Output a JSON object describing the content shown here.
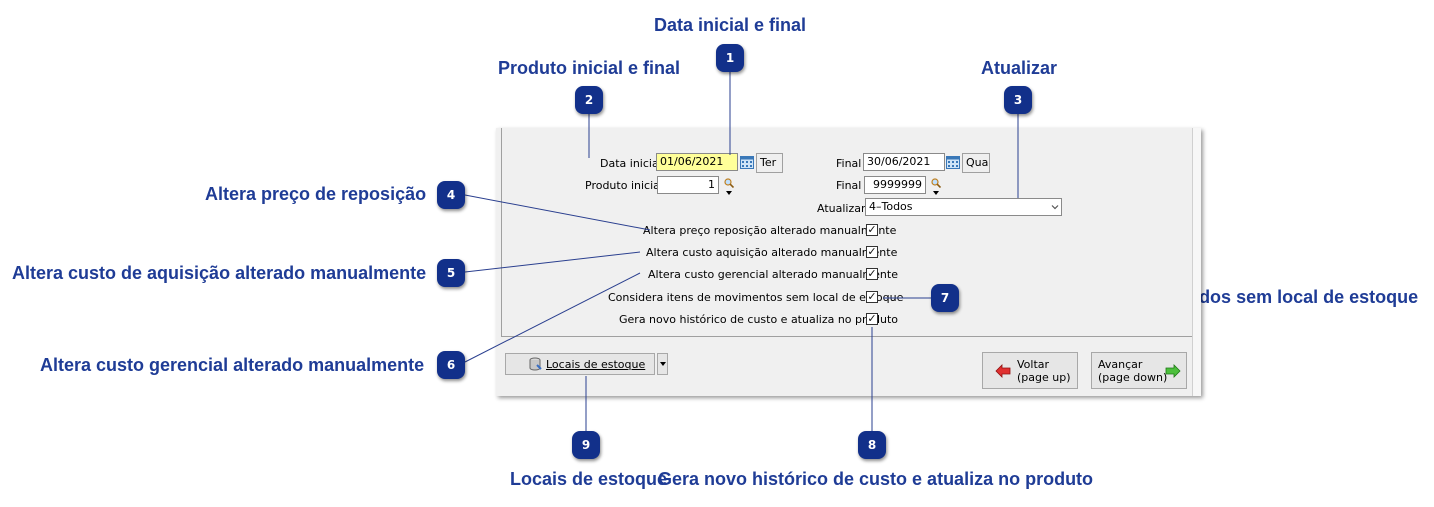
{
  "annotations": {
    "a1": {
      "num": "1",
      "title": "Data inicial e final"
    },
    "a2": {
      "num": "2",
      "title": "Produto inicial e final"
    },
    "a3": {
      "num": "3",
      "title": "Atualizar"
    },
    "a4": {
      "num": "4",
      "title": "Altera preço de reposição"
    },
    "a5": {
      "num": "5",
      "title": "Altera custo de aquisição alterado manualmente"
    },
    "a6": {
      "num": "6",
      "title": "Altera custo gerencial alterado manualmente"
    },
    "a7": {
      "num": "7",
      "title": "Considera itens movimentados sem local de estoque"
    },
    "a8": {
      "num": "8",
      "title": "Gera novo histórico de custo e atualiza no produto"
    },
    "a9": {
      "num": "9",
      "title": "Locais de estoque"
    }
  },
  "form": {
    "data_inicial_label": "Data inicial",
    "data_inicial_value": "01/06/2021",
    "data_inicial_day": "Ter",
    "final_date_label": "Final",
    "final_date_value": "30/06/2021",
    "final_date_day": "Qua",
    "produto_inicial_label": "Produto inicial",
    "produto_inicial_value": "1",
    "produto_final_label": "Final",
    "produto_final_value": "9999999",
    "atualizar_label": "Atualizar",
    "atualizar_value": "4–Todos",
    "checkboxes": [
      {
        "label": "Altera preço reposição alterado manualmente",
        "checked": true
      },
      {
        "label": "Altera custo aquisição alterado manualmente",
        "checked": true
      },
      {
        "label": "Altera custo gerencial alterado manualmente",
        "checked": true
      },
      {
        "label": "Considera itens de movimentos sem local de estoque",
        "checked": true
      },
      {
        "label": "Gera novo histórico de custo e atualiza no produto",
        "checked": true
      }
    ]
  },
  "buttons": {
    "locais": "Locais de estoque",
    "voltar_line1": "Voltar",
    "voltar_line2": "(page up)",
    "avancar_line1": "Avançar",
    "avancar_line2": "(page down)"
  },
  "icons": [
    "calendar-icon",
    "magnifier-icon",
    "checkmark-icon",
    "dropdown-arrow-icon",
    "database-icon",
    "arrow-left-icon",
    "arrow-right-icon"
  ],
  "colors": {
    "annotation": "#1f3c96",
    "badge": "#12308a",
    "highlight_field": "#ffff99",
    "arrow_left": "#d42020",
    "arrow_right": "#3aa83a"
  }
}
